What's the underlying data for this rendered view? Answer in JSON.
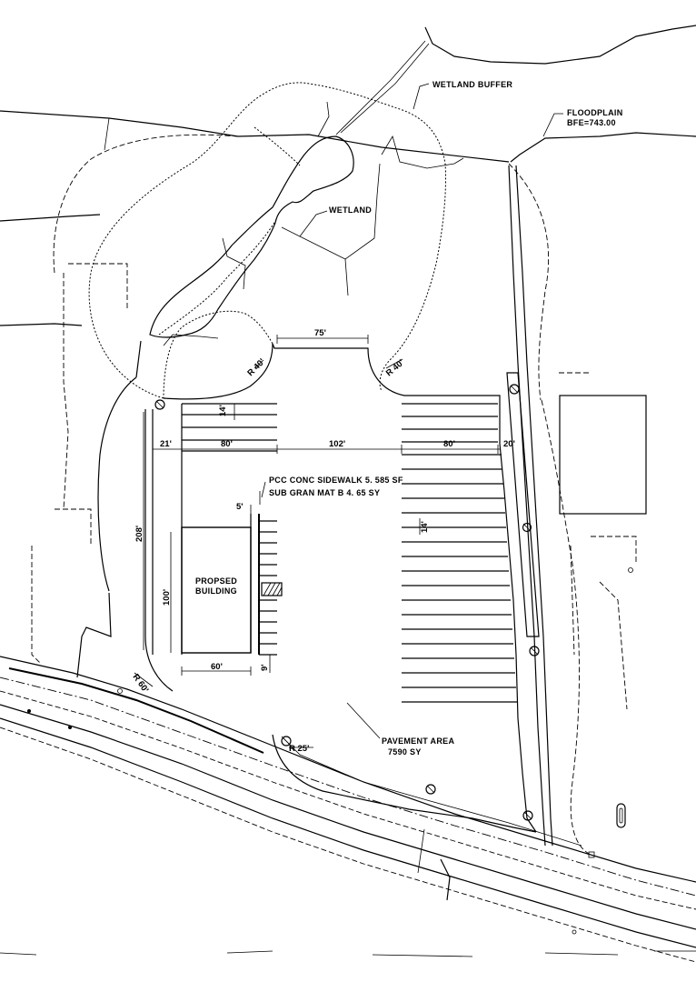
{
  "labels": {
    "wetland_buffer": "WETLAND BUFFER",
    "floodplain": "FLOODPLAIN",
    "bfe": "BFE=743.00",
    "wetland": "WETLAND",
    "sidewalk_line1": "PCC CONC SIDEWALK 5. 585 SF",
    "sidewalk_line2": "SUB GRAN MAT B 4. 65 SY",
    "building_line1": "PROPSED",
    "building_line2": "BUILDING",
    "pavement_line1": "PAVEMENT AREA",
    "pavement_line2": "7590 SY"
  },
  "dimensions": {
    "d75": "75'",
    "r40_left": "R 40'",
    "r40_right": "R 40'",
    "d14_top": "14'",
    "d21": "21'",
    "d80_left": "80'",
    "d102": "102'",
    "d80_right": "80'",
    "d20": "20'",
    "d5": "5'",
    "d208": "208'",
    "d100": "100'",
    "d14_right": "14'",
    "d60": "60'",
    "d9": "9'",
    "r60": "R 60'",
    "r25": "R 25'"
  }
}
